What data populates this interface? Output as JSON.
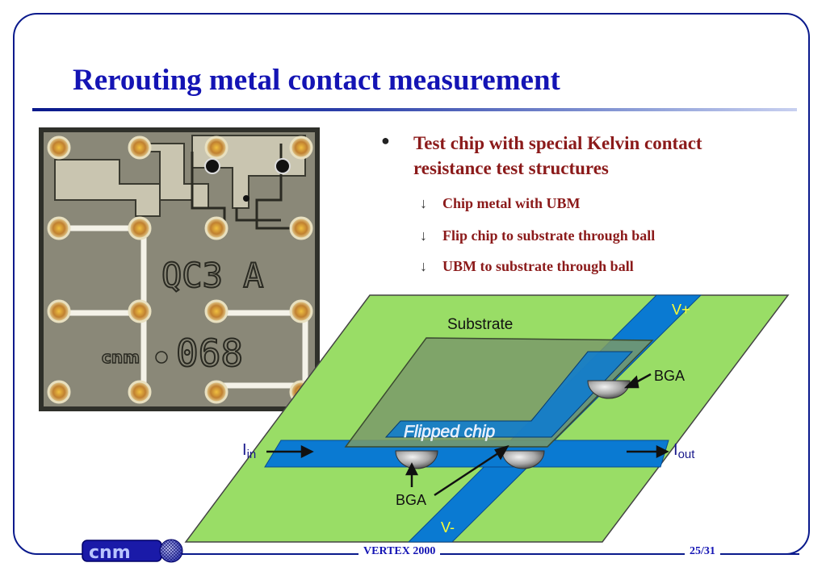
{
  "slide": {
    "title": "Rerouting metal contact measurement",
    "bullets": [
      {
        "text": "Test chip with special Kelvin contact resistance test structures",
        "subitems": [
          "Chip metal with UBM",
          "Flip chip to substrate through ball",
          "UBM to substrate through ball"
        ]
      }
    ],
    "sub_bullet_icon": "down-arrow-icon"
  },
  "photo": {
    "chip_label": "QC3 A",
    "chip_serial": "068",
    "chip_logo": "cnm"
  },
  "diagram": {
    "substrate_label": "Substrate",
    "flipped_chip_label": "Flipped chip",
    "bga_top_label": "BGA",
    "bga_bottom_label": "BGA",
    "v_plus": "V+",
    "v_minus": "V-",
    "i_in_main": "I",
    "i_in_sub": "in",
    "i_out_main": "I",
    "i_out_sub": "out",
    "colors": {
      "substrate": "#99dd66",
      "trace": "#0a7ad2",
      "chip": "#7a9a6a"
    }
  },
  "footer": {
    "logo_text": "cnm",
    "center": "VERTEX 2000",
    "page": "25/31"
  },
  "colors": {
    "title": "#1414b4",
    "bullet": "#8b1a1a",
    "frame": "#0a1a8c"
  }
}
